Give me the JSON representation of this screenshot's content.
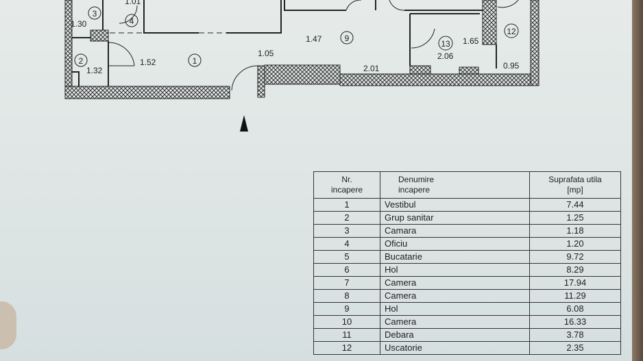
{
  "plan": {
    "rooms": [
      {
        "num": "3",
        "dim": "1.30"
      },
      {
        "num": "4",
        "dim": "1.01"
      },
      {
        "num": "2",
        "dim": "1.32"
      },
      {
        "num": "1",
        "dim": "1.52"
      },
      {
        "num": "9",
        "dim": "1.47"
      },
      {
        "num": "13",
        "dim": "2.06"
      },
      {
        "num": "12",
        "dim": "0.95"
      }
    ],
    "dims": [
      "1.05",
      "2.01",
      "1.65"
    ]
  },
  "table": {
    "headers": {
      "nr_line1": "Nr.",
      "nr_line2": "incapere",
      "name_line1": "Denumire",
      "name_line2": "incapere",
      "area_line1": "Suprafata utila",
      "area_line2": "[mp]"
    },
    "rows": [
      {
        "nr": "1",
        "name": "Vestibul",
        "area": "7.44"
      },
      {
        "nr": "2",
        "name": "Grup sanitar",
        "area": "1.25"
      },
      {
        "nr": "3",
        "name": "Camara",
        "area": "1.18"
      },
      {
        "nr": "4",
        "name": "Oficiu",
        "area": "1.20"
      },
      {
        "nr": "5",
        "name": "Bucatarie",
        "area": "9.72"
      },
      {
        "nr": "6",
        "name": "Hol",
        "area": "8.29"
      },
      {
        "nr": "7",
        "name": "Camera",
        "area": "17.94"
      },
      {
        "nr": "8",
        "name": "Camera",
        "area": "11.29"
      },
      {
        "nr": "9",
        "name": "Hol",
        "area": "6.08"
      },
      {
        "nr": "10",
        "name": "Camera",
        "area": "16.33"
      },
      {
        "nr": "11",
        "name": "Debara",
        "area": "3.78"
      },
      {
        "nr": "12",
        "name": "Uscatorie",
        "area": "2.35"
      }
    ]
  }
}
